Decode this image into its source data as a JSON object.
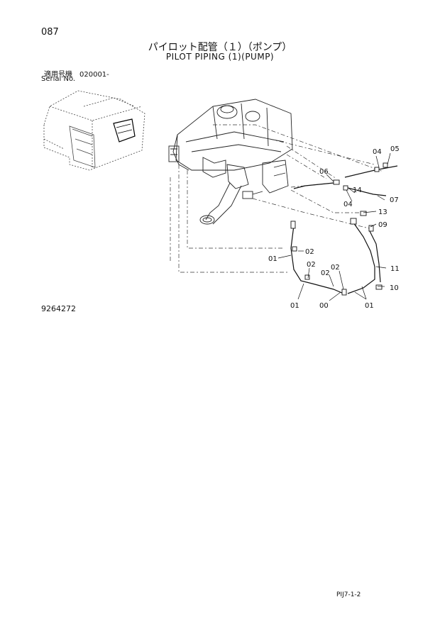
{
  "page_number": "087",
  "title_jp": "パイロット配管（１）（ポンプ）",
  "title_en": "PILOT PIPING (1)(PUMP)",
  "serial_jp": "適用号機　020001-",
  "serial_en": "Serial No.",
  "part_number": "9264272",
  "page_ref": "PIJ7-1-2",
  "callouts": [
    "04",
    "05",
    "06",
    "14",
    "07",
    "04",
    "13",
    "09",
    "01",
    "02",
    "02",
    "02",
    "02",
    "11",
    "10",
    "01",
    "00",
    "01"
  ]
}
